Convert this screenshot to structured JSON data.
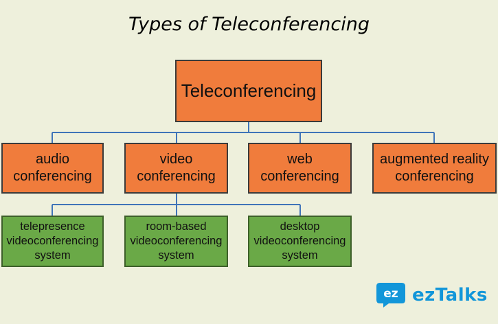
{
  "title": "Types of Teleconferencing",
  "root": {
    "label": "Teleconferencing"
  },
  "categories": [
    {
      "label": "audio conferencing"
    },
    {
      "label": "video conferencing"
    },
    {
      "label": "web conferencing"
    },
    {
      "label": "augmented reality conferencing"
    }
  ],
  "video_systems": [
    {
      "label": "telepresence videoconferencing system"
    },
    {
      "label": "room-based videoconferencing system"
    },
    {
      "label": "desktop videoconferencing system"
    }
  ],
  "brand": {
    "logo_mark": "ez",
    "name": "ezTalks"
  },
  "colors": {
    "background": "#eef0dc",
    "node_orange": "#f07c3c",
    "node_green": "#6aa947",
    "connector": "#3f74b8",
    "brand_blue": "#1296d9"
  }
}
